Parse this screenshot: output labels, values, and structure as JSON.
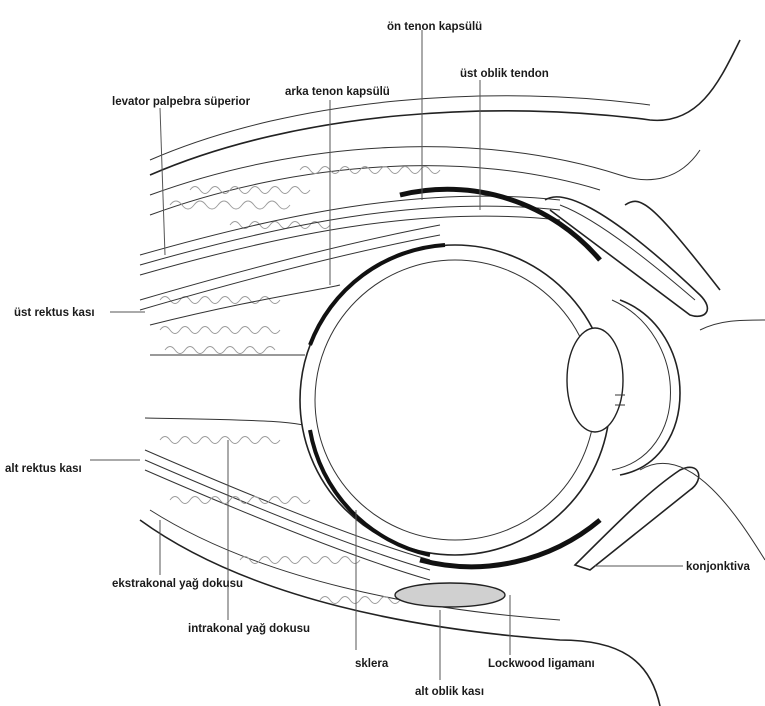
{
  "labels": {
    "on_tenon": "ön tenon kapsülü",
    "levator": "levator palpebra süperior",
    "arka_tenon": "arka tenon kapsülü",
    "ust_oblik": "üst oblik tendon",
    "ust_rektus": "üst rektus kası",
    "alt_rektus": "alt rektus kası",
    "ekstrakonal": "ekstrakonal yağ dokusu",
    "intrakonal": "intrakonal yağ dokusu",
    "sklera": "sklera",
    "lockwood": "Lockwood ligamanı",
    "alt_oblik": "alt oblik kası",
    "konjonktiva": "konjonktiva"
  }
}
